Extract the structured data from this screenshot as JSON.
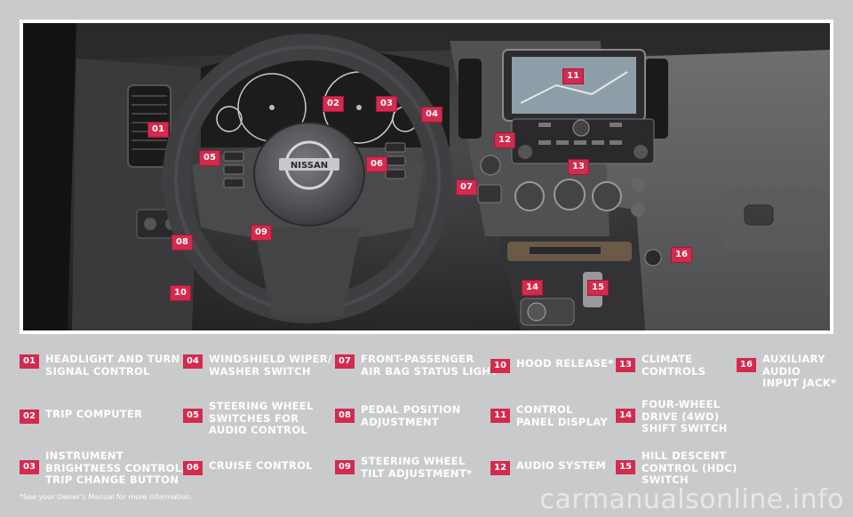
{
  "callouts": [
    {
      "num": "01"
    },
    {
      "num": "02"
    },
    {
      "num": "03"
    },
    {
      "num": "04"
    },
    {
      "num": "05"
    },
    {
      "num": "06"
    },
    {
      "num": "07"
    },
    {
      "num": "08"
    },
    {
      "num": "09"
    },
    {
      "num": "10"
    },
    {
      "num": "11"
    },
    {
      "num": "12"
    },
    {
      "num": "13"
    },
    {
      "num": "14"
    },
    {
      "num": "15"
    },
    {
      "num": "16"
    }
  ],
  "legend": [
    {
      "num": "01",
      "label": "HEADLIGHT AND TURN\nSIGNAL CONTROL"
    },
    {
      "num": "02",
      "label": "TRIP COMPUTER"
    },
    {
      "num": "03",
      "label": "INSTRUMENT\nBRIGHTNESS CONTROL/\nTRIP CHANGE BUTTON"
    },
    {
      "num": "04",
      "label": "WINDSHIELD WIPER/\nWASHER SWITCH"
    },
    {
      "num": "05",
      "label": "STEERING WHEEL\nSWITCHES FOR\nAUDIO CONTROL"
    },
    {
      "num": "06",
      "label": "CRUISE CONTROL"
    },
    {
      "num": "07",
      "label": "FRONT-PASSENGER\nAIR BAG STATUS LIGHT"
    },
    {
      "num": "08",
      "label": "PEDAL POSITION\nADJUSTMENT"
    },
    {
      "num": "09",
      "label": "STEERING WHEEL\nTILT ADJUSTMENT*"
    },
    {
      "num": "10",
      "label": "HOOD RELEASE*"
    },
    {
      "num": "11",
      "label": "CONTROL\nPANEL DISPLAY"
    },
    {
      "num": "12",
      "label": "AUDIO SYSTEM"
    },
    {
      "num": "13",
      "label": "CLIMATE\nCONTROLS"
    },
    {
      "num": "14",
      "label": "FOUR-WHEEL\nDRIVE (4WD)\nSHIFT SWITCH"
    },
    {
      "num": "15",
      "label": "HILL DESCENT\nCONTROL (HDC)\nSWITCH"
    },
    {
      "num": "16",
      "label": "AUXILIARY\nAUDIO\nINPUT JACK*"
    }
  ],
  "steering_logo": "NISSAN",
  "footnote": "*See your Owner’s Manual for more information.",
  "watermark": "carmanualsonline.info",
  "colors": {
    "accent": "#d32a4e",
    "background": "#c9cacc"
  }
}
